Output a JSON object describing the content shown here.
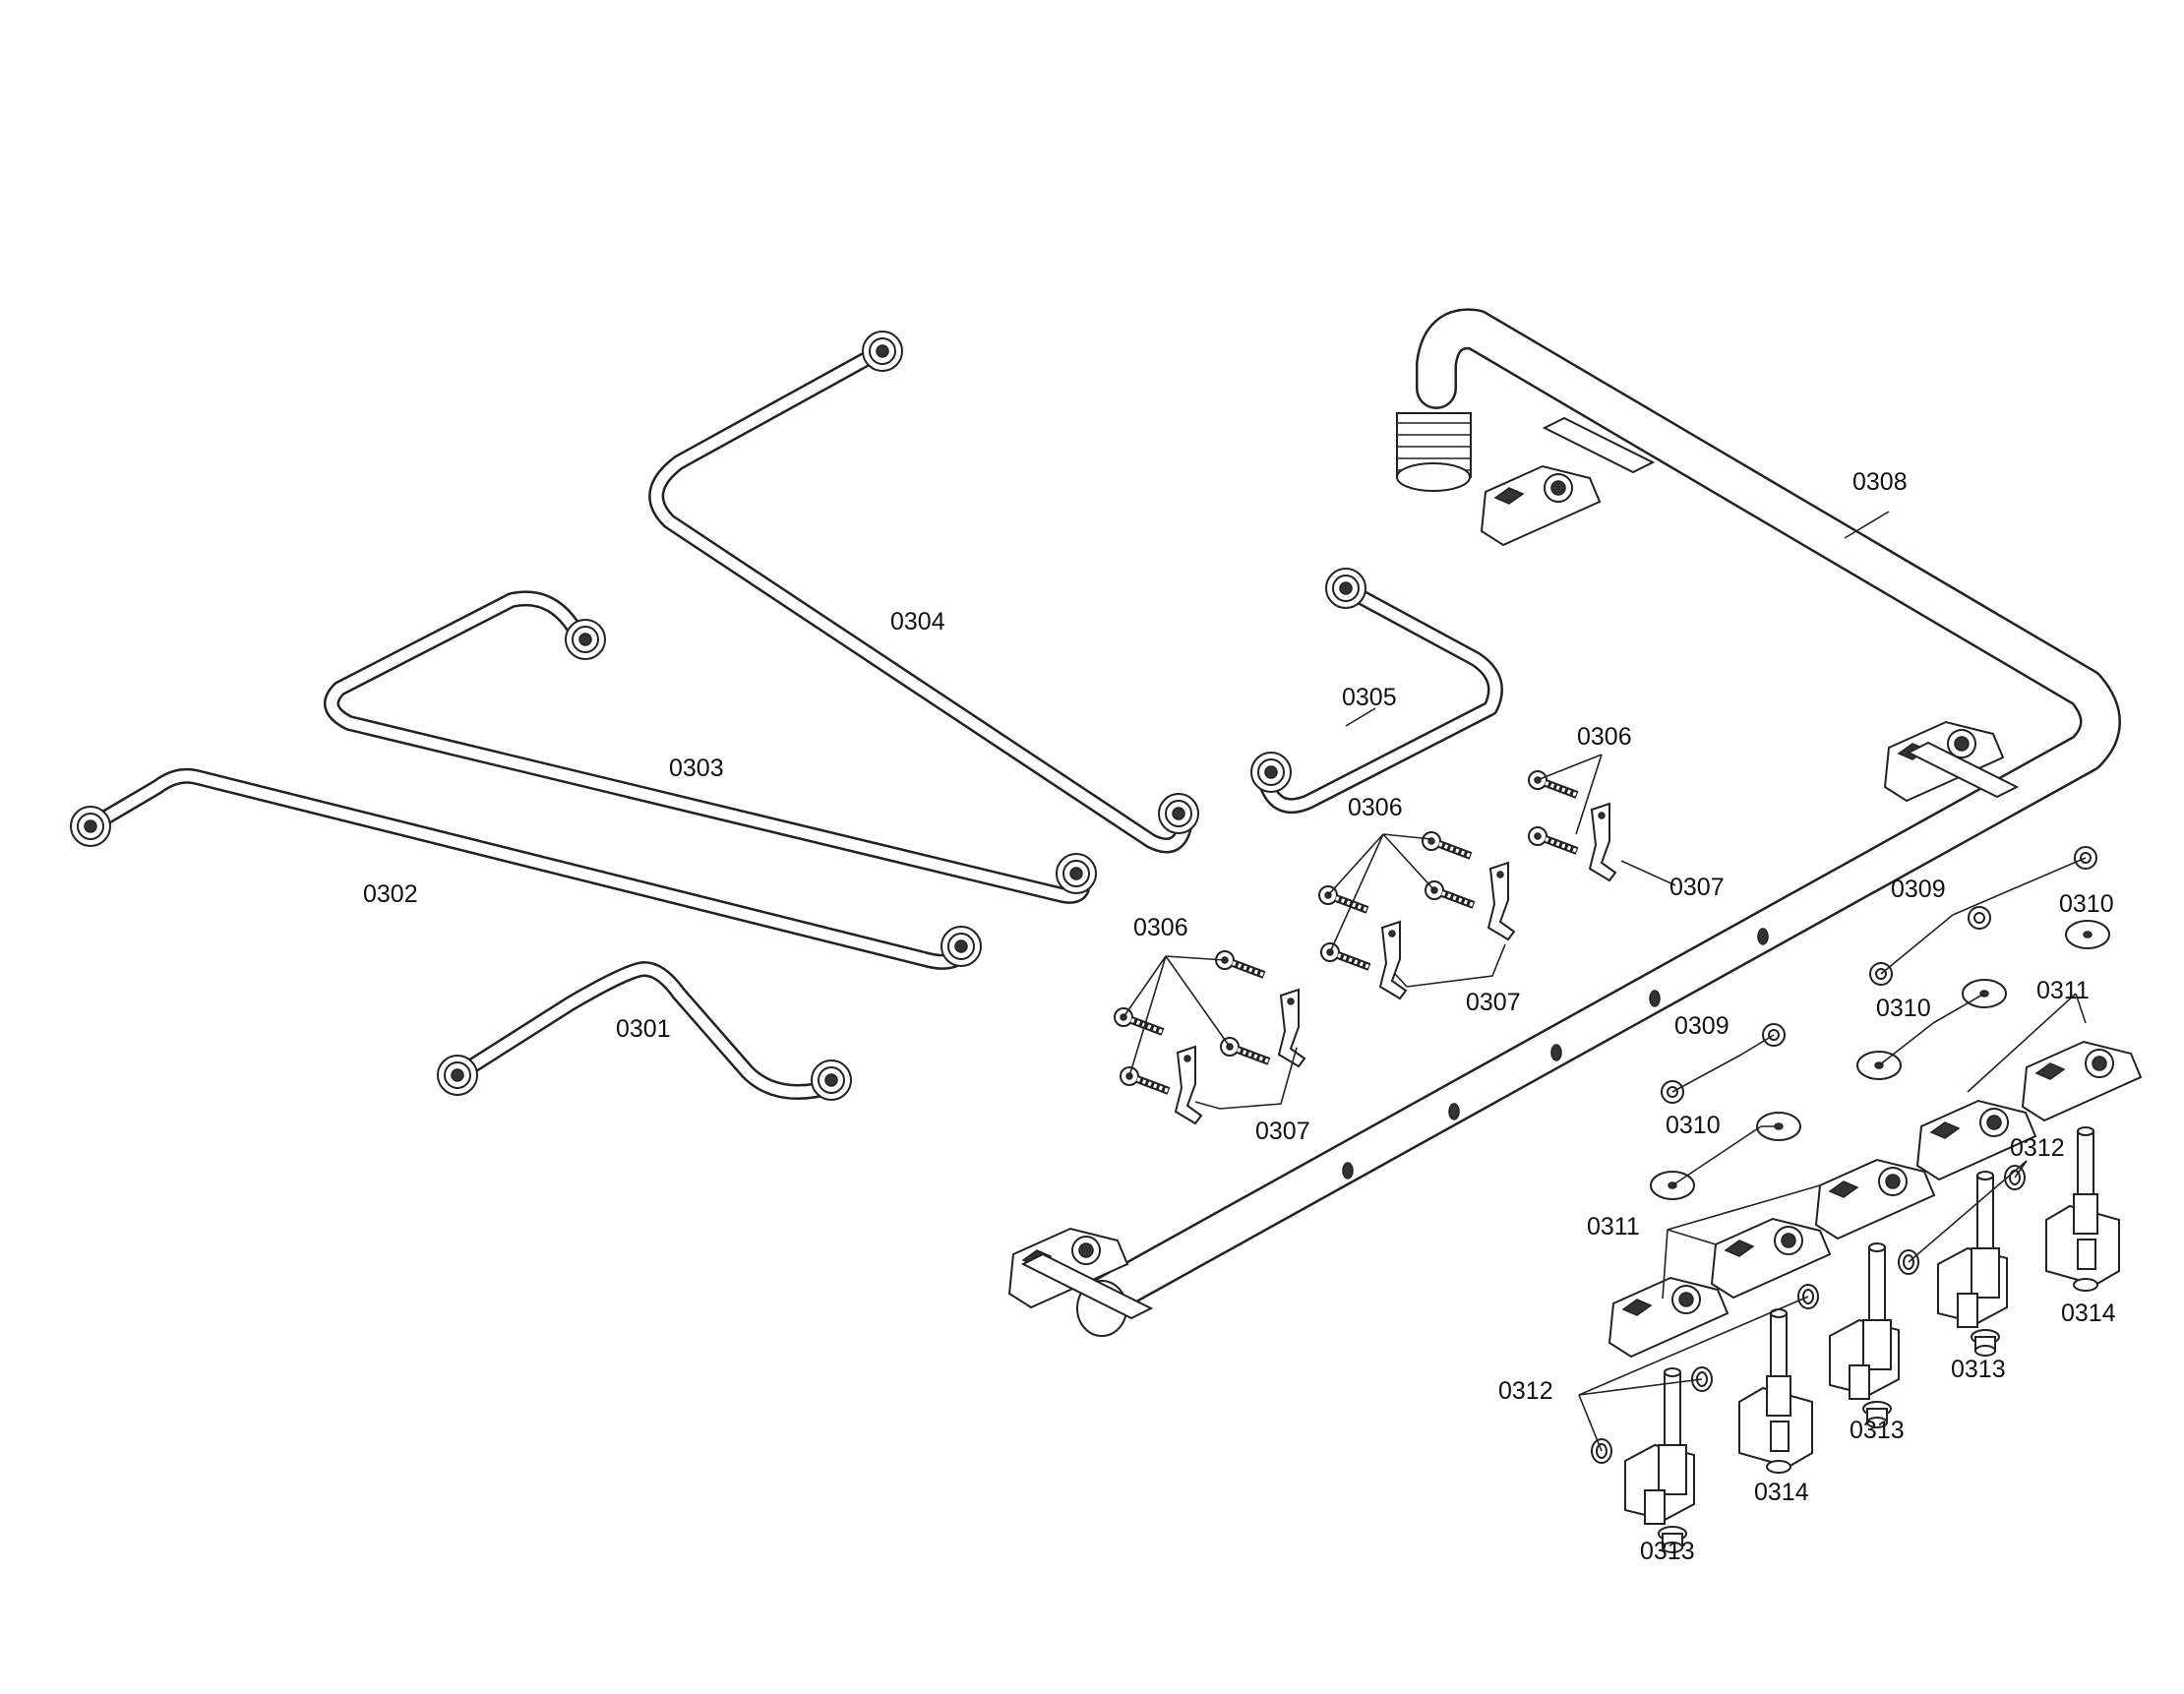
{
  "diagram": {
    "labels": {
      "p0301": "0301",
      "p0302": "0302",
      "p0303": "0303",
      "p0304": "0304",
      "p0305": "0305",
      "p0306": "0306",
      "p0307": "0307",
      "p0308": "0308",
      "p0309": "0309",
      "p0310": "0310",
      "p0311": "0311",
      "p0312": "0312",
      "p0313": "0313",
      "p0314": "0314"
    },
    "colors": {
      "line": "#222222",
      "background": "#ffffff"
    }
  }
}
